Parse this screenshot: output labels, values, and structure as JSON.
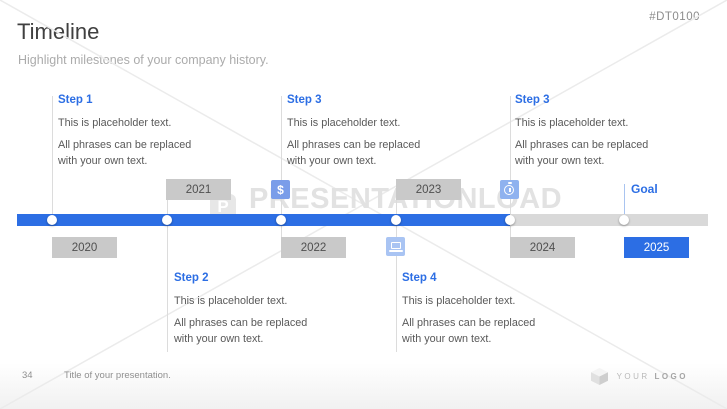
{
  "header": {
    "title": "Timeline",
    "subtitle": "Highlight milestones of your company history.",
    "product_code": "#DT0100"
  },
  "watermark": {
    "text": "PRESENTATIONLOAD",
    "logo_letter": "P"
  },
  "steps_above": [
    {
      "label": "Step 1",
      "para1": "This is placeholder text.",
      "para2": "All phrases can be replaced with your own text."
    },
    {
      "label": "Step 3",
      "para1": "This is placeholder text.",
      "para2": "All phrases can be replaced with your own text."
    },
    {
      "label": "Step 3",
      "para1": "This is placeholder text.",
      "para2": "All phrases can be replaced with your own text."
    }
  ],
  "steps_below": [
    {
      "label": "Step 2",
      "para1": "This is placeholder text.",
      "para2": "All phrases can be replaced with your own text."
    },
    {
      "label": "Step 4",
      "para1": "This is placeholder text.",
      "para2": "All phrases can be replaced with your own text."
    }
  ],
  "timeline": {
    "years": [
      {
        "label": "2020"
      },
      {
        "label": "2021"
      },
      {
        "label": "2022"
      },
      {
        "label": "2023"
      },
      {
        "label": "2024"
      },
      {
        "label": "2025"
      }
    ],
    "goal_label": "Goal",
    "dollar_glyph": "$",
    "icons": [
      "dollar-icon",
      "laptop-icon",
      "stopwatch-icon"
    ]
  },
  "footer": {
    "page_number": "34",
    "presentation_title": "Title of your presentation.",
    "logo_word_your": "YOUR",
    "logo_word_logo": "LOGO"
  },
  "colors": {
    "accent_blue": "#2c6ee4",
    "icon_blue_dollar": "#7a9de9",
    "icon_blue_stopwatch": "#8fb2ef",
    "icon_blue_laptop": "#a9c4f3",
    "bar_gray": "#d9d9d9",
    "year_box_gray": "#c9c9c9",
    "title_text": "#404040",
    "subtitle_text": "#ababab",
    "body_text": "#595959"
  }
}
